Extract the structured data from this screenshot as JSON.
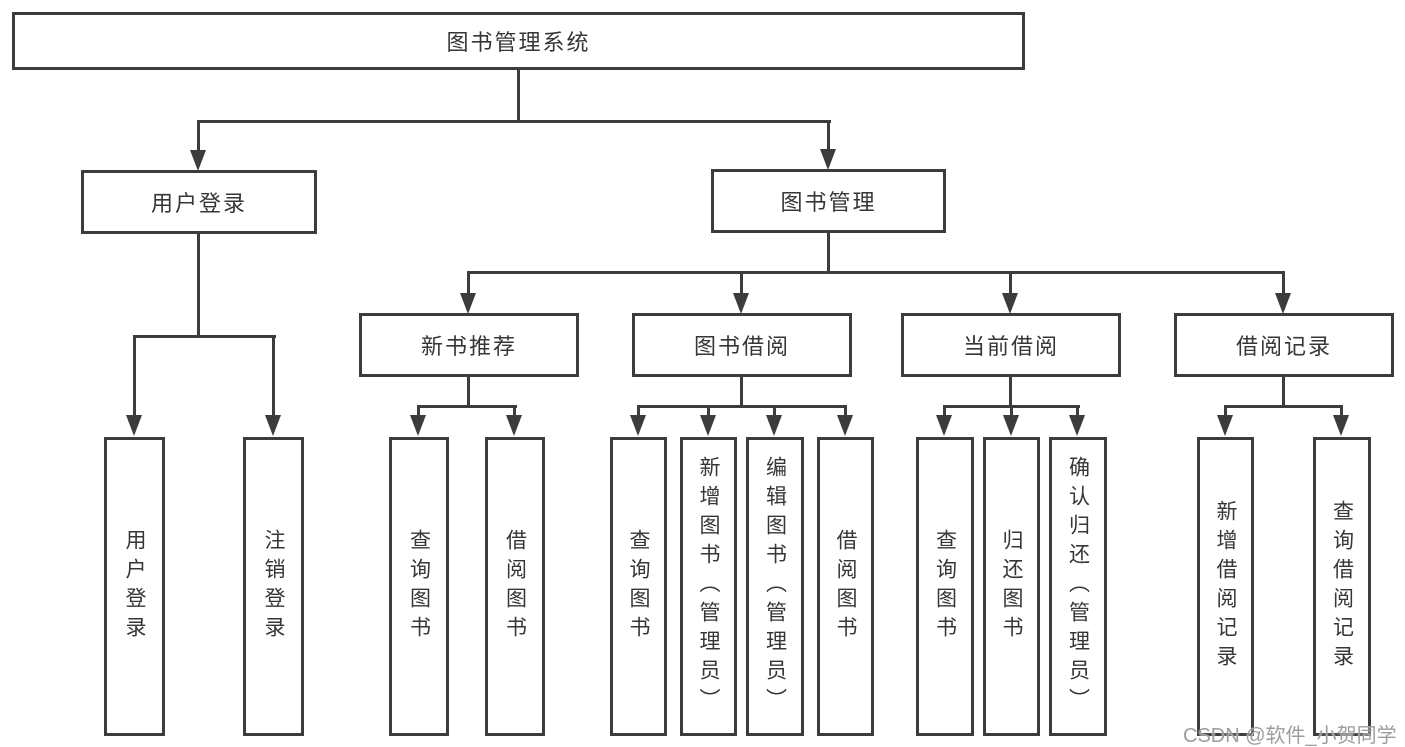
{
  "tree": {
    "root": "图书管理系统",
    "branches": [
      {
        "label": "用户登录",
        "children": [
          "用户登录",
          "注销登录"
        ]
      },
      {
        "label": "图书管理",
        "groups": [
          {
            "label": "新书推荐",
            "children": [
              "查询图书",
              "借阅图书"
            ]
          },
          {
            "label": "图书借阅",
            "children": [
              "查询图书",
              "新增图书（管理员）",
              "编辑图书（管理员）",
              "借阅图书"
            ]
          },
          {
            "label": "当前借阅",
            "children": [
              "查询图书",
              "归还图书",
              "确认归还（管理员）"
            ]
          },
          {
            "label": "借阅记录",
            "children": [
              "新增借阅记录",
              "查询借阅记录"
            ]
          }
        ]
      }
    ]
  },
  "watermark": "CSDN @软件_小贺同学",
  "colors": {
    "line": "#3c3c3c",
    "box_border": "#3c3c3c",
    "text": "#363636",
    "background": "#ffffff",
    "watermark": "#9d9d9d"
  }
}
